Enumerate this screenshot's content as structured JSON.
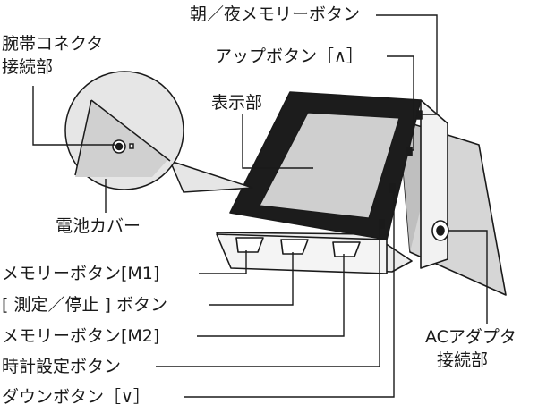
{
  "labels": {
    "morning_night_memory_button": "朝／夜メモリーボタン",
    "up_button": "アップボタン［∧］",
    "cuff_connector_line1": "腕帯コネクタ",
    "cuff_connector_line2": "接続部",
    "display": "表示部",
    "battery_cover": "電池カバー",
    "memory_button_m1": "メモリーボタン[M1]",
    "measure_stop_button": "[ 測定／停止 ] ボタン",
    "memory_button_m2": "メモリーボタン[M2]",
    "clock_setting_button": "時計設定ボタン",
    "down_button": "ダウンボタン［∨］",
    "ac_adapter_line1": "ACアダプタ",
    "ac_adapter_line2": "接続部"
  }
}
